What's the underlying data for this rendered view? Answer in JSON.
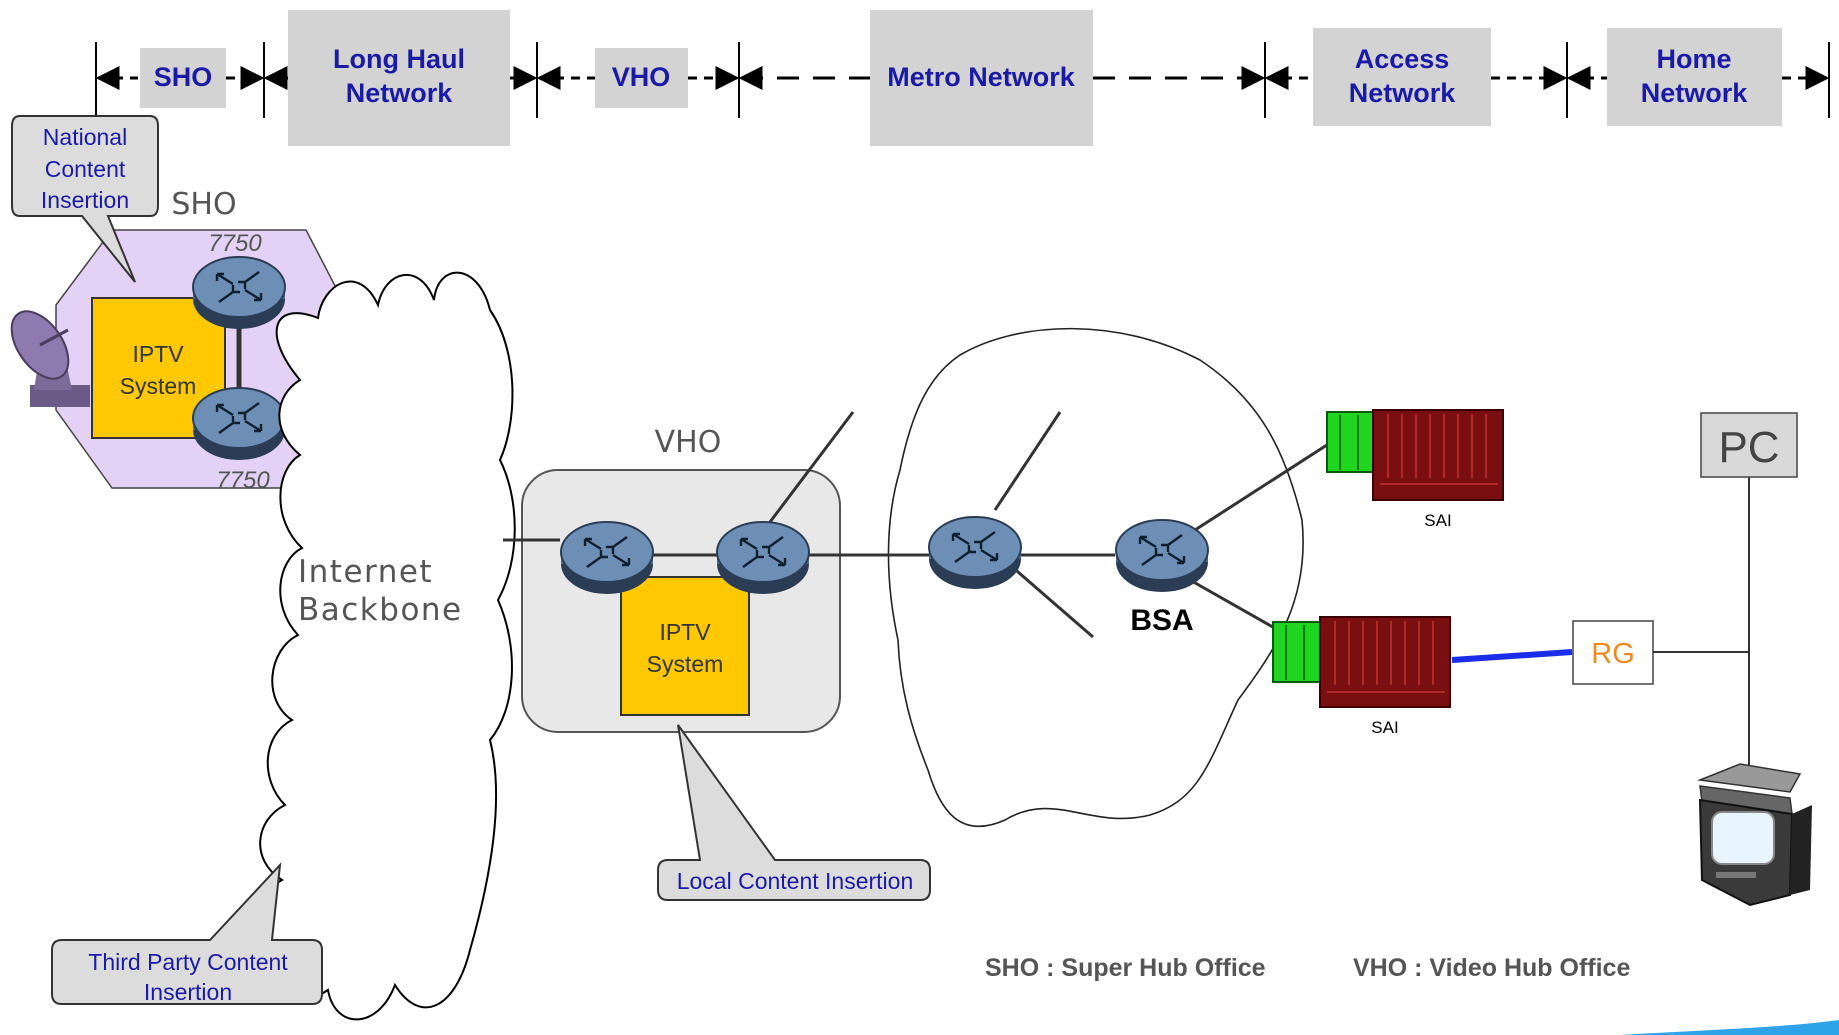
{
  "segments": {
    "sho": "SHO",
    "long_haul": [
      "Long Haul",
      "Network"
    ],
    "vho": "VHO",
    "metro": "Metro Network",
    "access": [
      "Access",
      "Network"
    ],
    "home": [
      "Home",
      "Network"
    ]
  },
  "callouts": {
    "national": [
      "National",
      "Content",
      "Insertion"
    ],
    "local": "Local Content Insertion",
    "third_party": [
      "Third Party Content",
      "Insertion"
    ]
  },
  "sho_site": {
    "label": "SHO",
    "router_model_top": "7750",
    "router_model_bottom": "7750",
    "iptv": [
      "IPTV",
      "System"
    ]
  },
  "cloud_label": [
    "Internet",
    "Backbone"
  ],
  "vho_site": {
    "label": "VHO",
    "iptv": [
      "IPTV",
      "System"
    ]
  },
  "metro": {
    "bsa_label": "BSA"
  },
  "access": {
    "sai_top": "SAI",
    "sai_bottom": "SAI"
  },
  "home": {
    "rg": "RG",
    "pc": "PC"
  },
  "legend": {
    "sho": "SHO : Super Hub Office",
    "vho": "VHO : Video Hub Office"
  },
  "colors": {
    "segment_box": "#d3d3d3",
    "label_blue": "#1a1aa6",
    "iptv_yellow": "#ffc800",
    "sho_purple": "#e3d2f5",
    "router_blue": "#6d8fb5",
    "sai_red": "#7a0f12",
    "sai_green": "#1fd51f",
    "rg_orange": "#f08a1e",
    "link_blue": "#1a2eea"
  }
}
